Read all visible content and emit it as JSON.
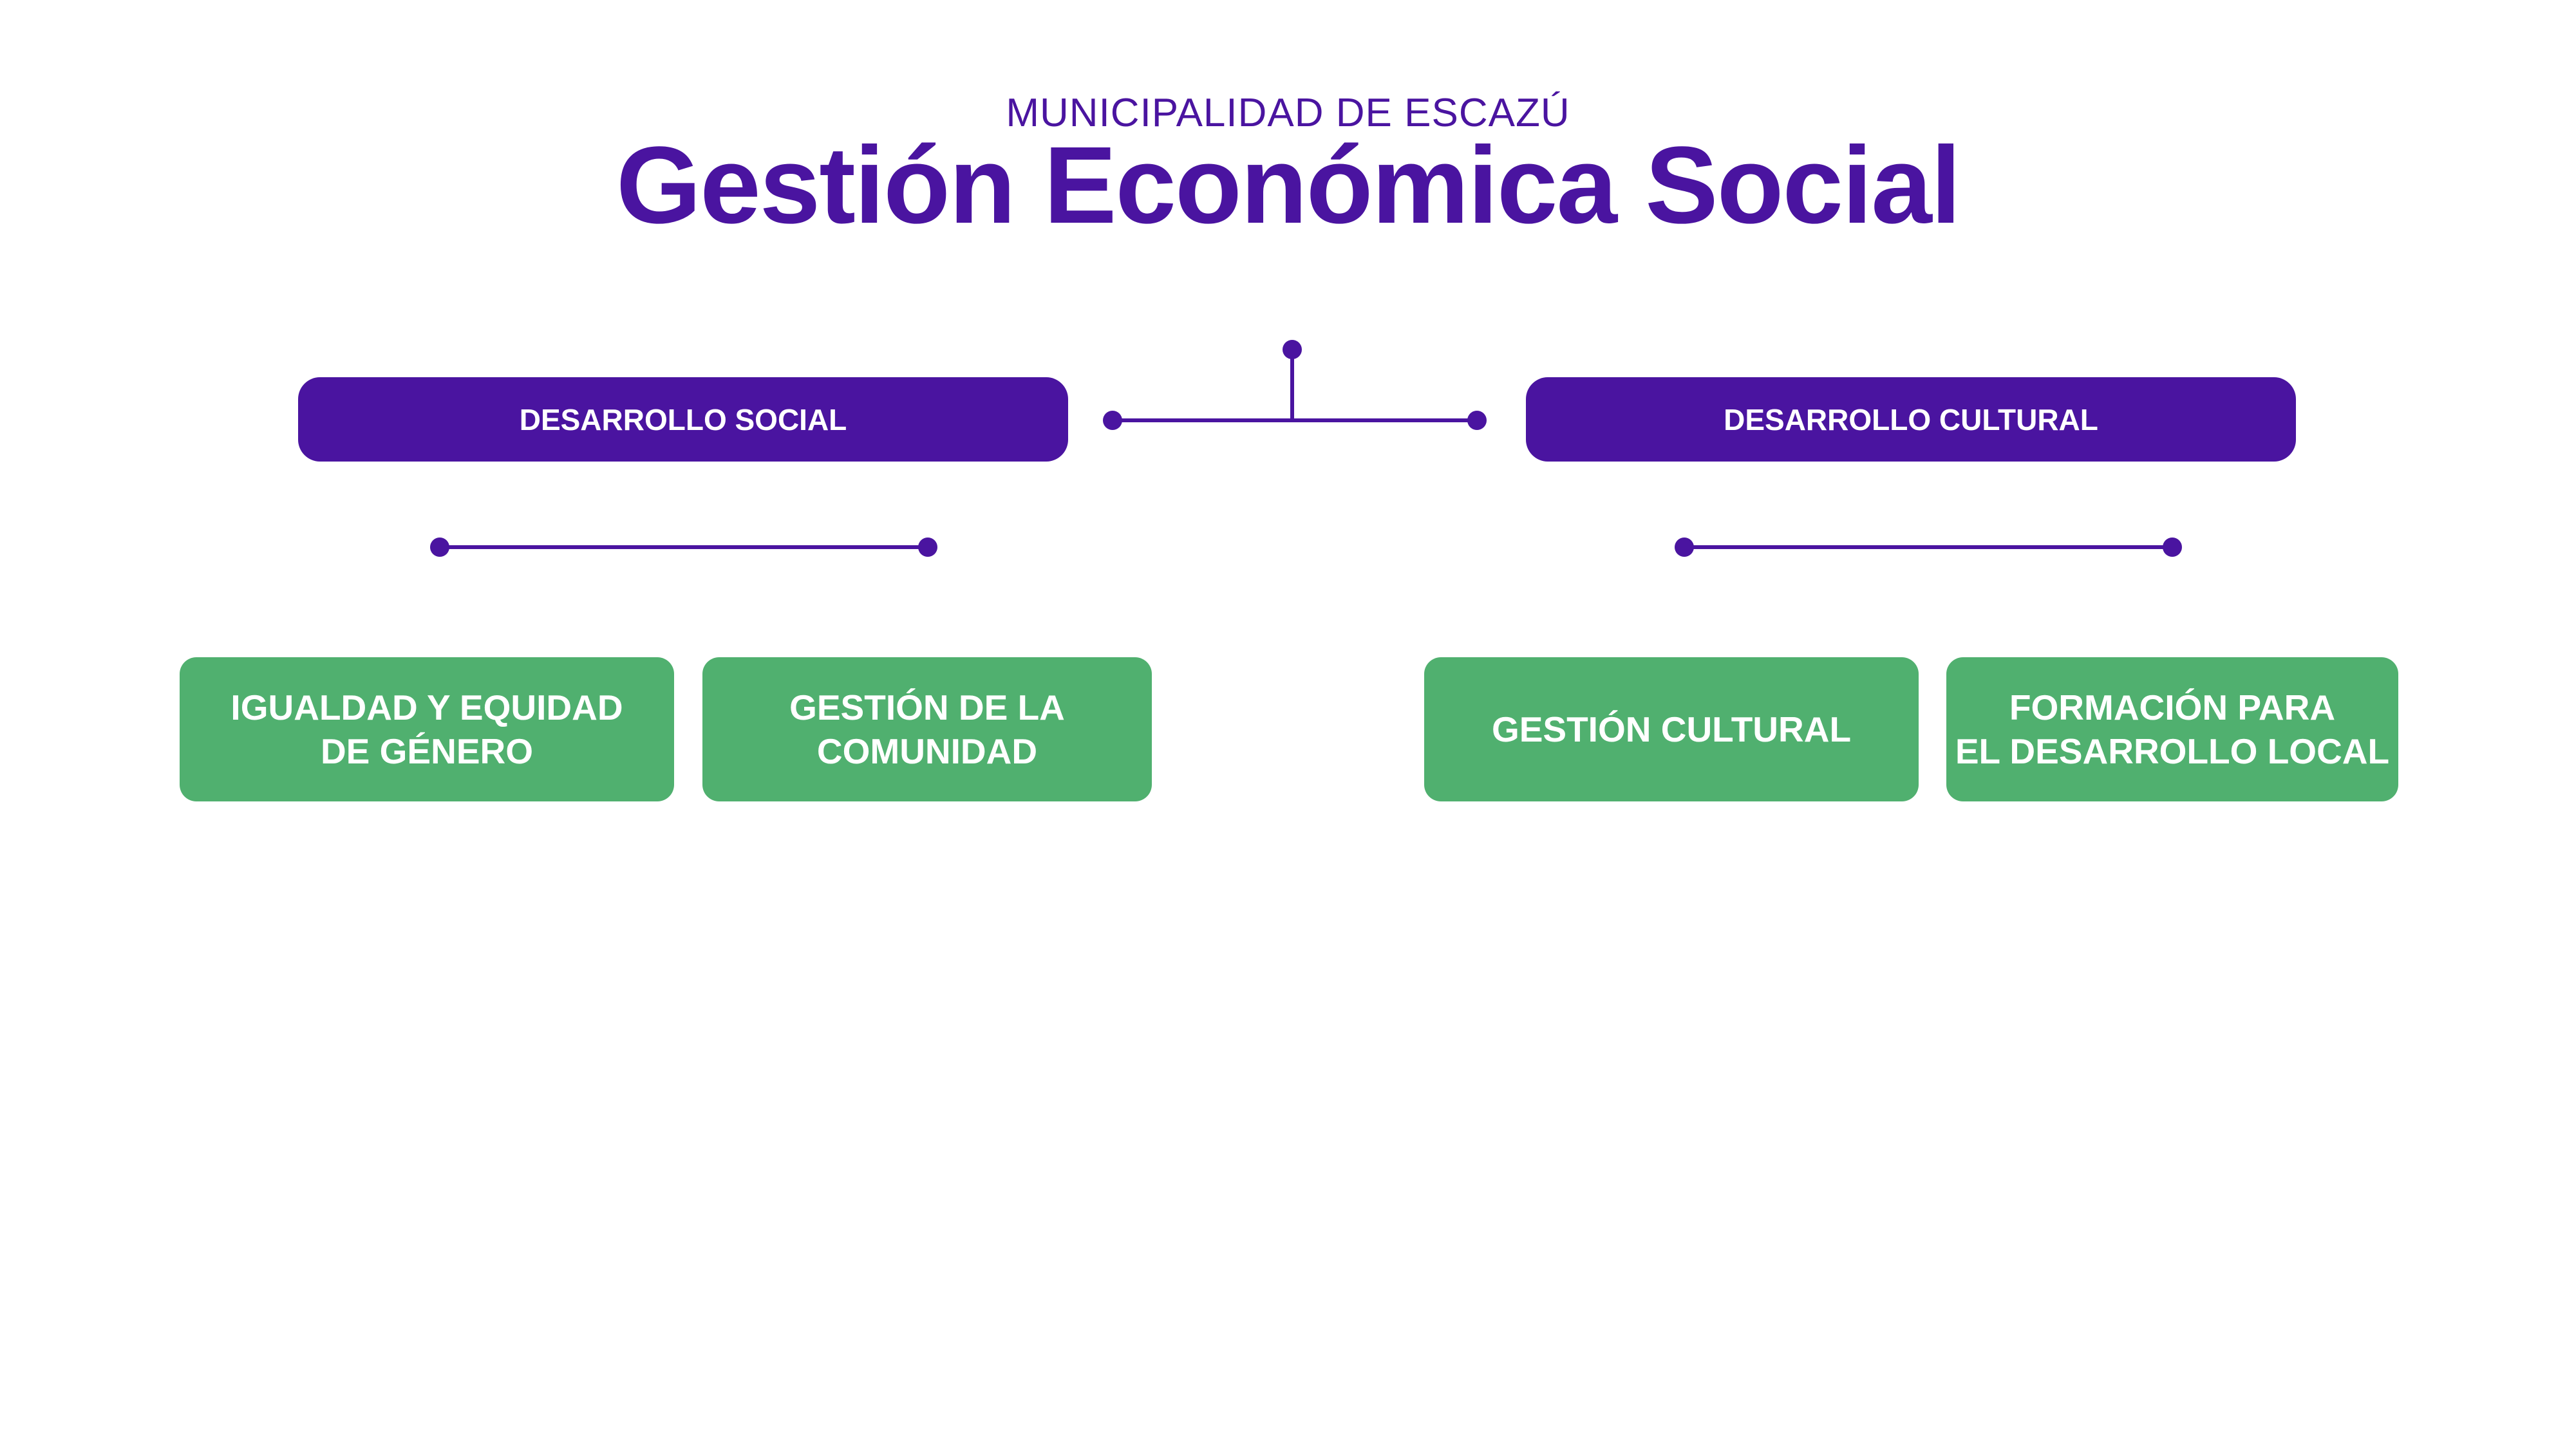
{
  "header": {
    "subtitle": "MUNICIPALIDAD DE ESCAZÚ",
    "title": "Gestión Económica Social"
  },
  "colors": {
    "primary": "#4a14a0",
    "secondary": "#50b06f"
  },
  "departments": [
    {
      "label": "DESARROLLO SOCIAL",
      "units": [
        {
          "label": "IGUALDAD Y EQUIDAD\nDE GÉNERO"
        },
        {
          "label": "GESTIÓN DE LA\nCOMUNIDAD"
        }
      ]
    },
    {
      "label": "DESARROLLO CULTURAL",
      "units": [
        {
          "label": "GESTIÓN CULTURAL"
        },
        {
          "label": "FORMACIÓN PARA\nEL DESARROLLO LOCAL"
        }
      ]
    }
  ]
}
